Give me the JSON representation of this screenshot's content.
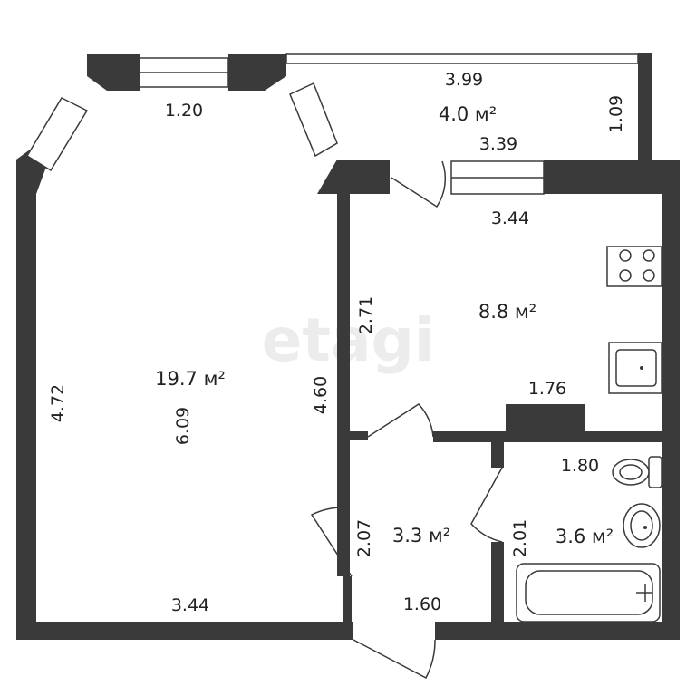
{
  "watermark": "etagi",
  "rooms": [
    {
      "id": "living",
      "area": "19.7 м²",
      "dimensions": [
        "1.20",
        "4.72",
        "6.09",
        "4.60",
        "3.44"
      ]
    },
    {
      "id": "balcony",
      "area": "4.0 м²",
      "dimensions": [
        "3.99",
        "1.09",
        "3.39"
      ]
    },
    {
      "id": "kitchen",
      "area": "8.8 м²",
      "dimensions": [
        "3.44",
        "2.71",
        "1.76"
      ]
    },
    {
      "id": "hall",
      "area": "3.3 м²",
      "dimensions": [
        "2.07",
        "1.60"
      ]
    },
    {
      "id": "bathroom",
      "area": "3.6 м²",
      "dimensions": [
        "1.80",
        "2.01"
      ]
    }
  ],
  "fixtures": [
    "stove-icon",
    "sink-icon",
    "toilet-icon",
    "washbasin-icon",
    "bathtub-icon"
  ],
  "colors": {
    "wall": "#3a3a3a",
    "background": "#ffffff",
    "watermark": "#ececec"
  }
}
